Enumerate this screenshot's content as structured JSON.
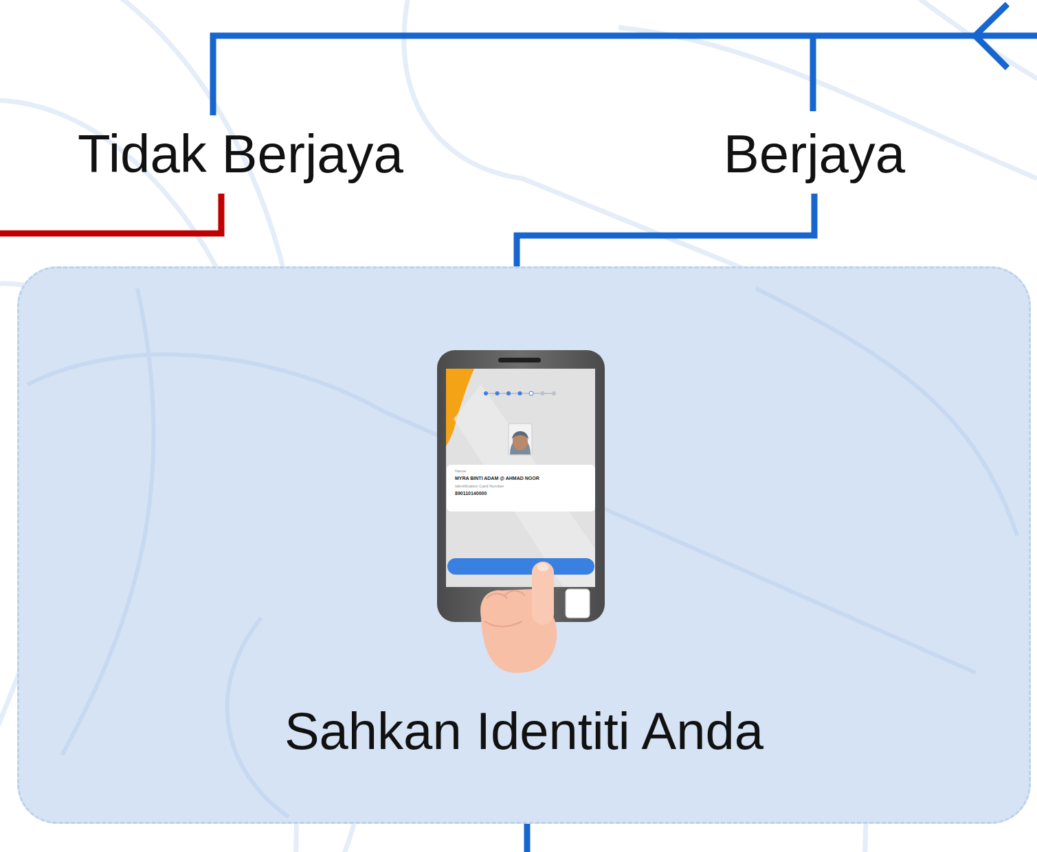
{
  "diagram": {
    "nodes": [
      {
        "text": [
          "Tidak Berjaya"
        ]
      },
      {
        "text": [
          "Berjaya"
        ]
      },
      {
        "text": [
          "Sahkan Identiti Anda"
        ]
      }
    ],
    "edges": [
      {
        "from": 1,
        "to": 2,
        "arrow": "none"
      }
    ],
    "labels": [
      "Name",
      "MYRA BINTI ADAM @ AHMAD NOOR",
      "Identification Card Number",
      "890110140000"
    ]
  }
}
